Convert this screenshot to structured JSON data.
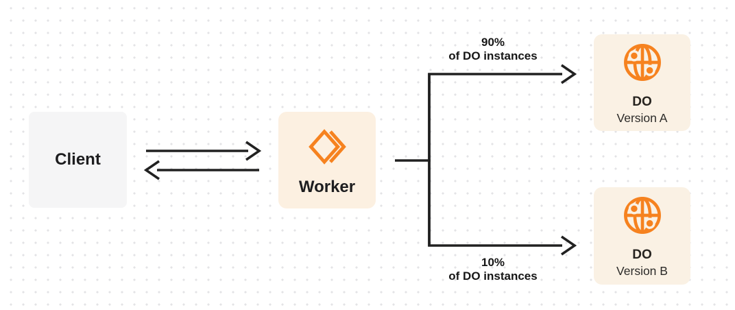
{
  "diagram": {
    "client": {
      "label": "Client",
      "box_bg": "#f5f5f6"
    },
    "worker": {
      "label": "Worker",
      "box_bg": "#fcf0e1",
      "icon": "worker-double-chevron-diamond-icon"
    },
    "do_version_a": {
      "title": "DO",
      "subtitle": "Version A",
      "box_bg": "#faf1e4",
      "icon": "durable-object-globe-icon"
    },
    "do_version_b": {
      "title": "DO",
      "subtitle": "Version B",
      "box_bg": "#faf1e4",
      "icon": "durable-object-globe-icon"
    },
    "edge_top": {
      "percent": "90%",
      "caption": "of DO instances"
    },
    "edge_bottom": {
      "percent": "10%",
      "caption": "of DO instances"
    },
    "colors": {
      "accent_orange": "#f6821f",
      "connector": "#212121",
      "dot_grid": "#e3e3e6",
      "do_box_bg": "#faf1e4",
      "worker_box_bg": "#fcf0e1",
      "client_box_bg": "#f5f5f6",
      "background": "#ffffff"
    }
  }
}
